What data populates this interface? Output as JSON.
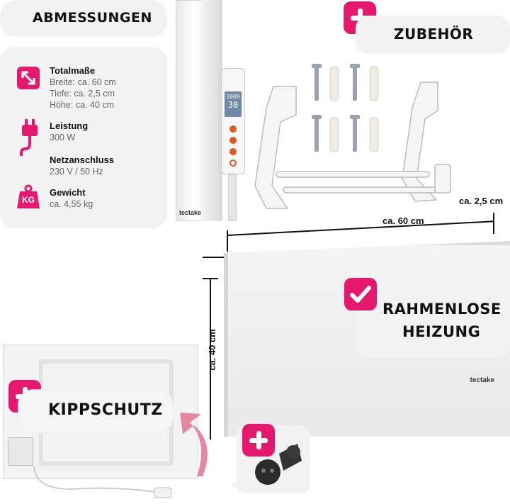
{
  "header": {
    "title": "ABMESSUNGEN"
  },
  "specs": {
    "dimensions": {
      "title": "Totalmaße",
      "width": "Breite: ca. 60 cm",
      "depth": "Tiefe: ca. 2,5 cm",
      "height": "Höhe: ca. 40 cm"
    },
    "power": {
      "title": "Leistung",
      "value": "300 W"
    },
    "connection": {
      "title": "Netzanschluss",
      "value": "230 V / 50 Hz"
    },
    "weight": {
      "title": "Gewicht",
      "value": "ca. 4,55 kg",
      "icon_text": "KG"
    }
  },
  "accessories": {
    "title": "ZUBEHÖR"
  },
  "panel": {
    "brand": "tectake",
    "width_label": "ca. 60 cm",
    "depth_label": "ca. 2,5 cm",
    "height_label": "ca. 40 cm"
  },
  "feature": {
    "line1": "RAHMENLOSE",
    "line2": "HEIZUNG"
  },
  "tip_guard": {
    "title": "KIPPSCHUTZ"
  },
  "thermostat": {
    "display_top": "1009",
    "display_main": "30",
    "brand": "tectake"
  },
  "colors": {
    "accent": "#e5186e",
    "card": "#f2f2f2"
  },
  "icons": [
    "resize-arrow-icon",
    "plug-icon",
    "weight-icon",
    "plus-icon",
    "check-icon"
  ]
}
